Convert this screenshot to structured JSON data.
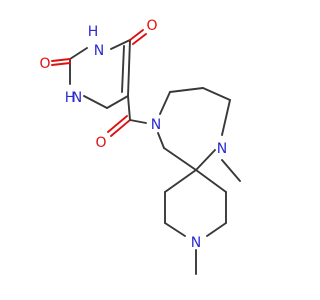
{
  "colors": {
    "carbon_bond": "#383838",
    "nitrogen": "#2a2ad0",
    "oxygen": "#e01010",
    "background": "#ffffff"
  },
  "atoms": {
    "n1h": {
      "element": "N",
      "label": "H",
      "sub": "N"
    },
    "n3h": {
      "element": "N",
      "label": "H",
      "sub": "N"
    },
    "o2": {
      "element": "O",
      "label": "O"
    },
    "o4": {
      "element": "O",
      "label": "O"
    },
    "o_amide": {
      "element": "O",
      "label": "O"
    },
    "n_ring7_amide": {
      "element": "N",
      "label": "N"
    },
    "n_ring7_methyl": {
      "element": "N",
      "label": "N"
    },
    "n_piperidine": {
      "element": "N",
      "label": "N"
    }
  }
}
